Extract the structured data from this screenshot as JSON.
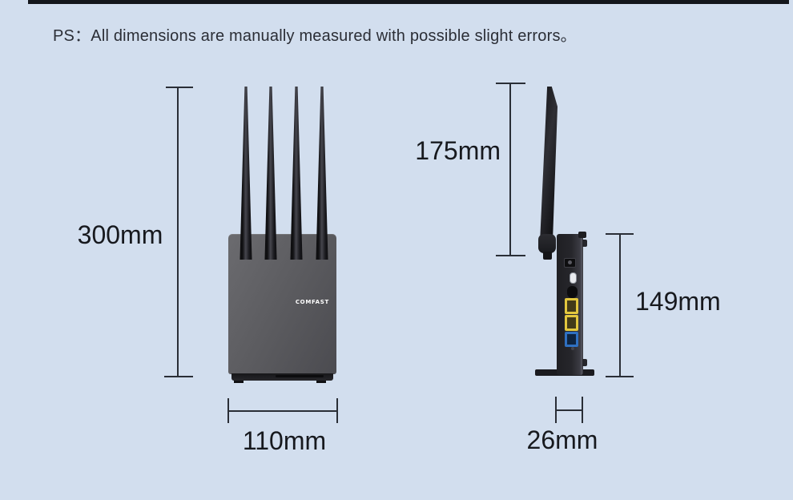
{
  "note": {
    "text": "PS：All dimensions are manually measured with possible slight errors。"
  },
  "front_view": {
    "logo_text": "COMFAST",
    "height_label": "300mm",
    "width_label": "110mm"
  },
  "side_view": {
    "antenna_height_label": "175mm",
    "body_height_label": "149mm",
    "depth_label": "26mm",
    "ports": [
      "power-button",
      "usb-c-port",
      "oval-slot",
      "lan-port-yellow",
      "lan-port-yellow",
      "wan-port-blue"
    ]
  },
  "colors": {
    "background": "#d2deee",
    "top_bar": "#14161b",
    "dimension_line": "#2a2e36",
    "label_text": "#17191e",
    "router_body_gray": "#58585c",
    "antenna_black": "#1c1c20",
    "lan_port_yellow": "#e2c73e",
    "wan_port_blue": "#2f70c1",
    "logo_white": "#ffffff"
  }
}
